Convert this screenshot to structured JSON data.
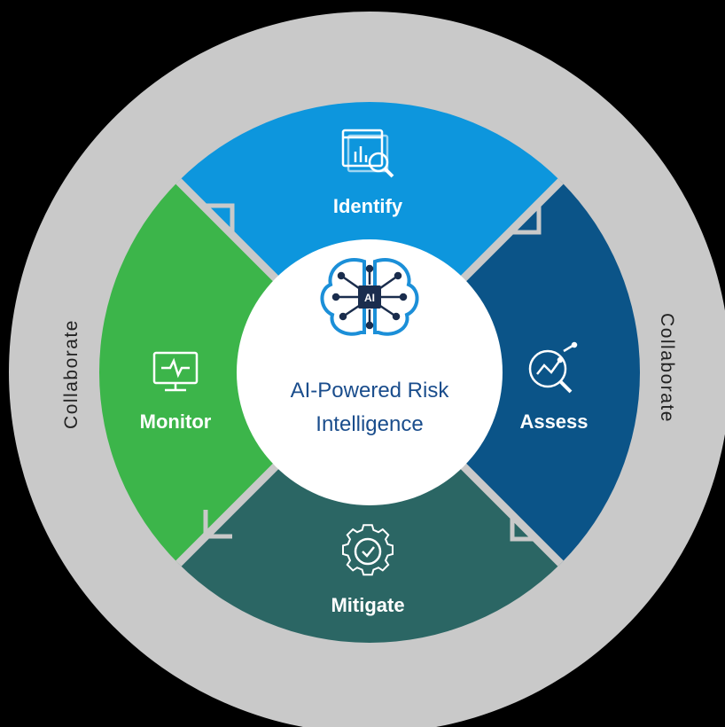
{
  "diagram": {
    "center": {
      "line1": "AI-Powered Risk",
      "line2": "Intelligence",
      "icon": "ai-brain-icon",
      "chip_text": "AI"
    },
    "outer_ring": {
      "left_label": "Collaborate",
      "right_label": "Collaborate"
    },
    "segments": [
      {
        "key": "identify",
        "label": "Identify",
        "color": "#0d96dd",
        "icon": "data-search-icon"
      },
      {
        "key": "assess",
        "label": "Assess",
        "color": "#0b5488",
        "icon": "analytics-magnifier-icon"
      },
      {
        "key": "mitigate",
        "label": "Mitigate",
        "color": "#2b6664",
        "icon": "gear-check-icon"
      },
      {
        "key": "monitor",
        "label": "Monitor",
        "color": "#3cb54a",
        "icon": "monitor-pulse-icon"
      }
    ],
    "colors": {
      "outer_ring": "#c9c9c9",
      "center_fill": "#ffffff",
      "center_text": "#1a4d8c",
      "separator": "#c9c9c9"
    }
  }
}
